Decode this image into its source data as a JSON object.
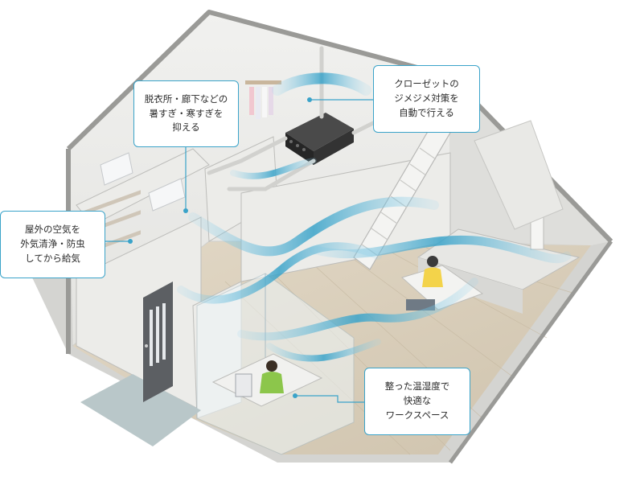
{
  "callouts": {
    "changing_room": {
      "lines": [
        "脱衣所・廊下などの",
        "暑すぎ・寒すぎを",
        "抑える"
      ]
    },
    "closet": {
      "lines": [
        "クローゼットの",
        "ジメジメ対策を",
        "自動で行える"
      ]
    },
    "outdoor_air": {
      "lines": [
        "屋外の空気を",
        "外気清浄・防虫",
        "してから給気"
      ]
    },
    "workspace": {
      "lines": [
        "整った温湿度で",
        "快適な",
        "ワークスペース"
      ]
    }
  },
  "colors": {
    "accent": "#3aa3c9",
    "airflow": "#59b6dc",
    "wall": "#e9e9e6",
    "floor": "#d9cfbd",
    "unit": "#2e2e2e"
  },
  "icons": [
    "hvac-unit-icon",
    "airflow-icon",
    "person-icon",
    "door-icon",
    "staircase-icon"
  ]
}
